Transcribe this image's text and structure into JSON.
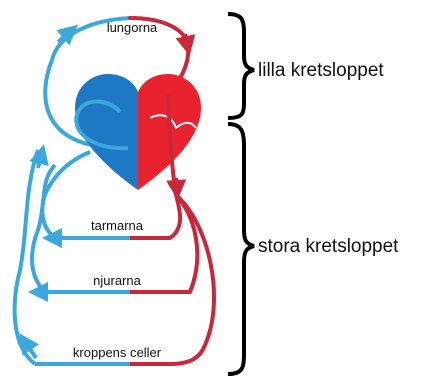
{
  "labels": {
    "lungs": "lungorna",
    "intestines": "tarmarna",
    "kidneys": "njurarna",
    "body_cells": "kroppens celler",
    "pulmonary_circulation": "lilla kretsloppet",
    "systemic_circulation": "stora kretsloppet"
  },
  "colors": {
    "oxygen_poor_blood": "#3aa8dc",
    "oxygen_rich_blood": "#c8283a",
    "heart_left": "#1f78c4",
    "heart_right": "#e8222e",
    "bracket": "#000000"
  }
}
